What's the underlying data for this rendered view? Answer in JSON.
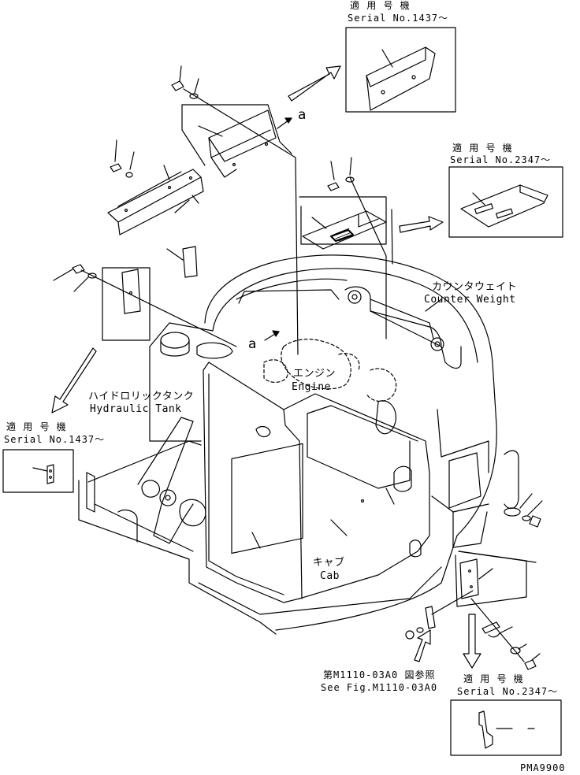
{
  "callouts": {
    "top_serial": {
      "jp": "適 用 号 機",
      "en": "Serial No.1437～"
    },
    "upper_right_serial": {
      "jp": "適 用 号 機",
      "en": "Serial No.2347～"
    },
    "left_serial": {
      "jp": "適 用 号 機",
      "en": "Serial No.1437～"
    },
    "bottom_right_serial": {
      "jp": "適 用 号 機",
      "en": "Serial No.2347～"
    }
  },
  "labels": {
    "counterweight_jp": "カウンタウェイト",
    "counterweight_en": "Counter Weight",
    "engine_jp": "エンジン",
    "engine_en": "Engine",
    "hydraulic_tank_jp": "ハイドロリックタンク",
    "hydraulic_tank_en": "Hydraulic Tank",
    "cab_jp": "キャブ",
    "cab_en": "Cab",
    "see_fig_jp": "第M1110-03A0 図参照",
    "see_fig_en": "See Fig.M1110-03A0",
    "ref_a_upper": "a",
    "ref_a_lower": "a",
    "drawing_code": "PMA9900"
  }
}
